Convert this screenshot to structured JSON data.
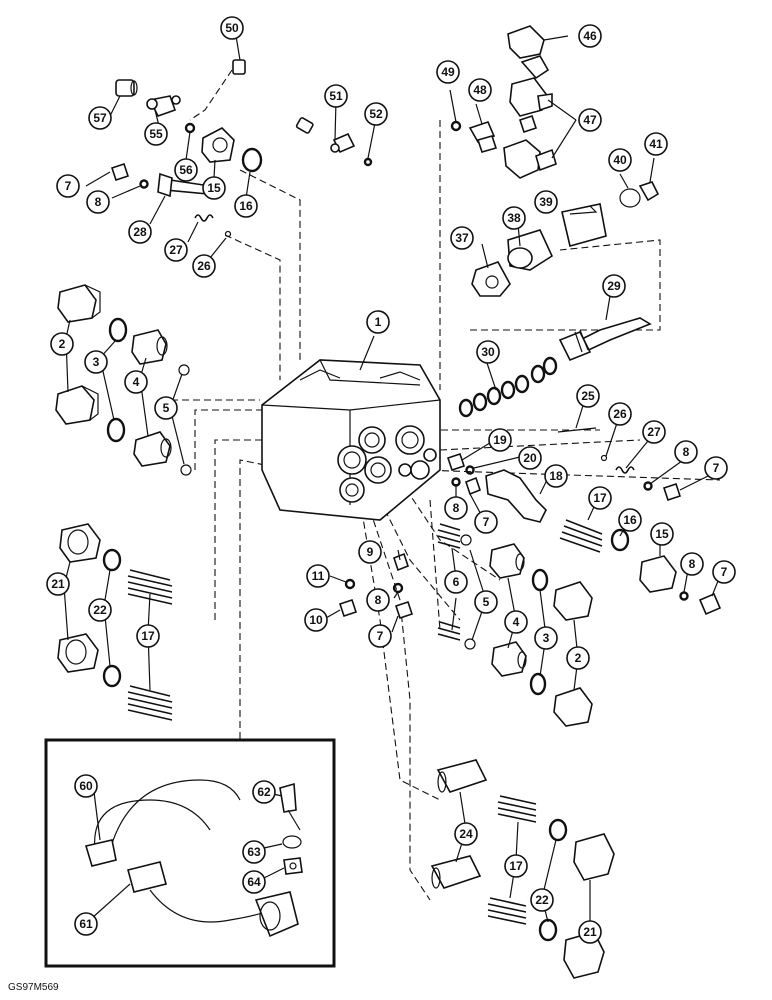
{
  "figure_code": "GS97M569",
  "callouts": [
    "1",
    "2",
    "3",
    "4",
    "5",
    "6",
    "7",
    "8",
    "9",
    "10",
    "11",
    "15",
    "16",
    "17",
    "18",
    "19",
    "20",
    "21",
    "22",
    "24",
    "25",
    "26",
    "27",
    "28",
    "29",
    "30",
    "37",
    "38",
    "39",
    "40",
    "41",
    "46",
    "47",
    "48",
    "49",
    "50",
    "51",
    "52",
    "55",
    "56",
    "57",
    "60",
    "61",
    "62",
    "63",
    "64"
  ],
  "colors": {
    "ink": "#111111",
    "paper": "#ffffff"
  }
}
